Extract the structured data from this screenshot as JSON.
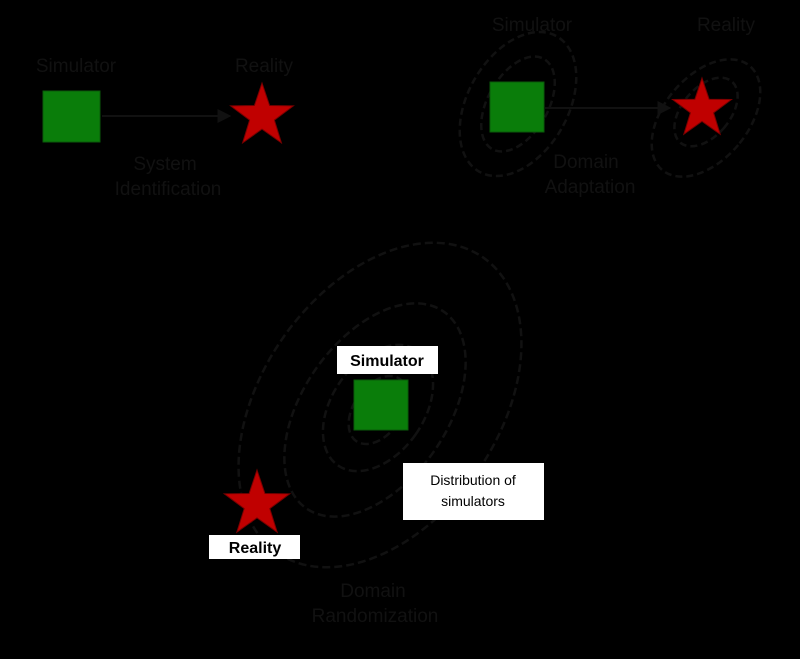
{
  "colors": {
    "background": "#000000",
    "simulator_fill": "#0a7d0a",
    "reality_fill": "#c00000",
    "label_box": "#ffffff",
    "line": "#111111"
  },
  "panel_system_identification": {
    "simulator_label": "Simulator",
    "reality_label": "Reality",
    "method_line1": "System",
    "method_line2": "Identification"
  },
  "panel_domain_adaptation": {
    "simulator_label": "Simulator",
    "reality_label": "Reality",
    "method_line1": "Domain",
    "method_line2": "Adaptation"
  },
  "panel_domain_randomization": {
    "simulator_label": "Simulator",
    "reality_label": "Reality",
    "distribution_line1": "Distribution of",
    "distribution_line2": "simulators",
    "method_line1": "Domain",
    "method_line2": "Randomization"
  }
}
